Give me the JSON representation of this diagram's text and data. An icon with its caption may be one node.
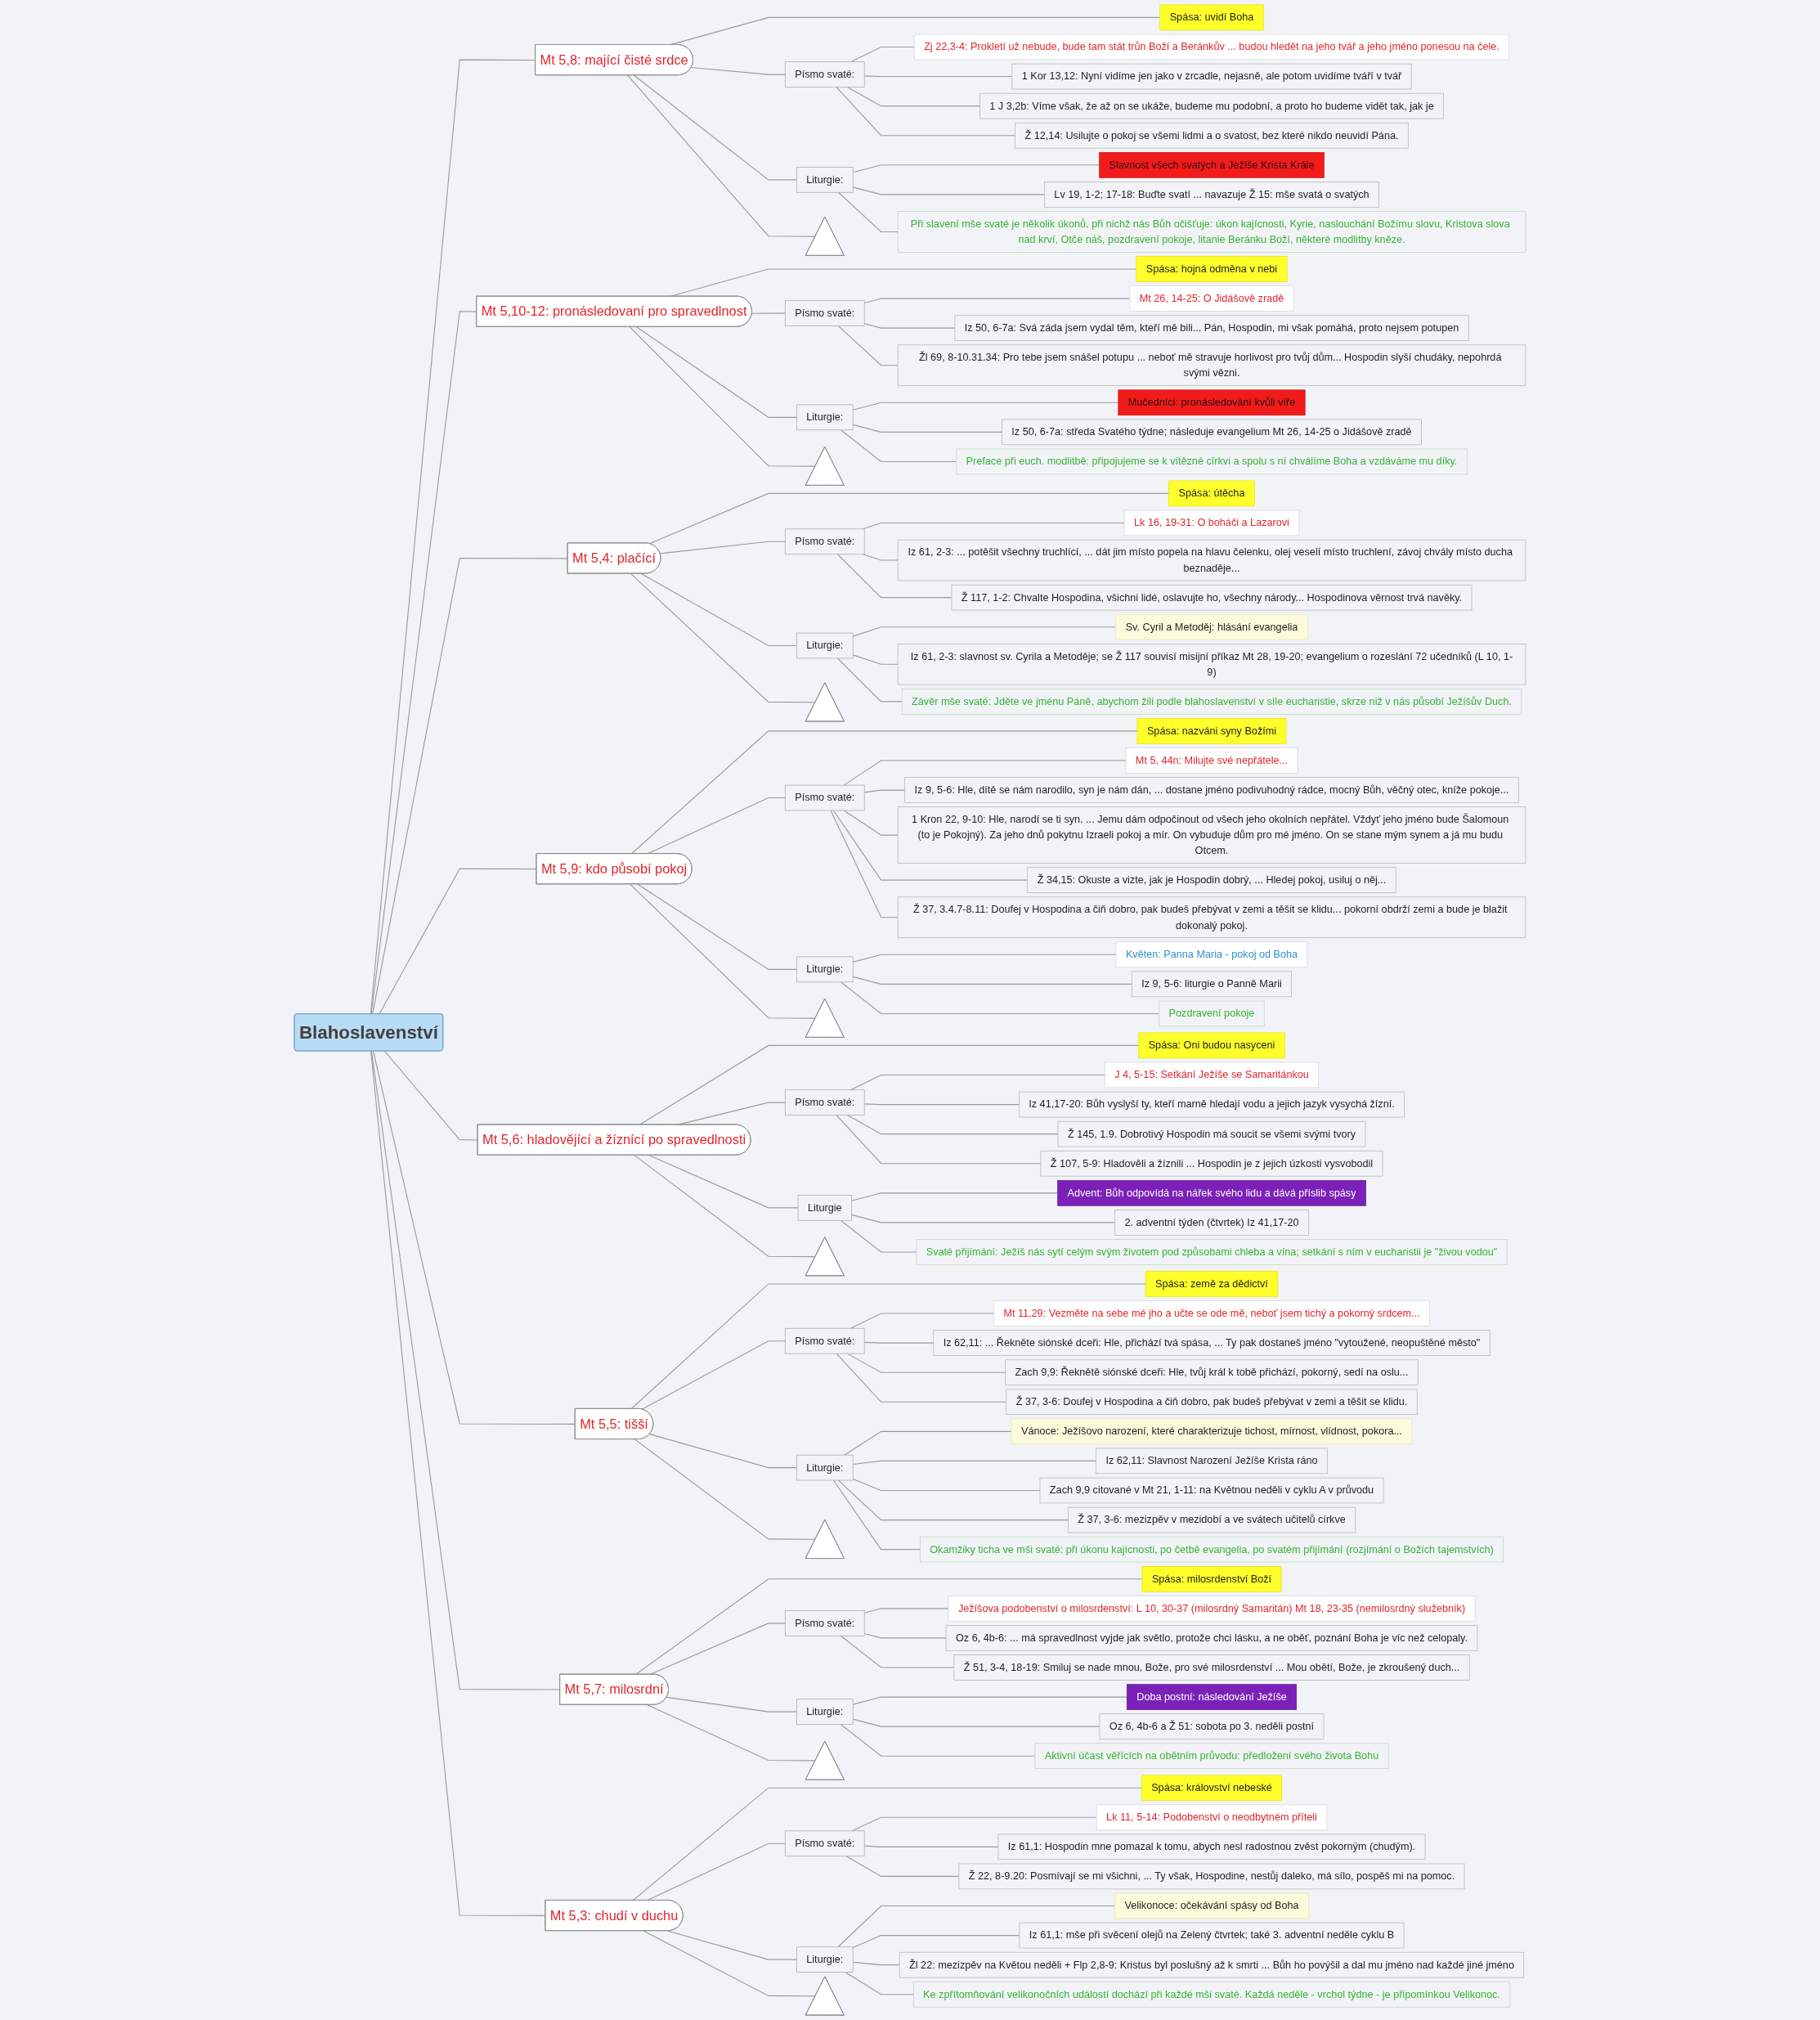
{
  "diagram": {
    "nodes": [
      {
        "text": [
          "Blahoslavenství"
        ]
      },
      {
        "text": [
          "Mt 5,8: mající čisté srdce"
        ]
      },
      {
        "text": [
          "Spása: uvidí Boha"
        ]
      },
      {
        "text": [
          "Písmo svaté:"
        ]
      },
      {
        "text": [
          "Zj 22,3-4: Prokletí už nebude, bude tam stát trůn Boží a Beránkův ... budou hledět na jeho tvář a jeho jméno ponesou na čele."
        ]
      },
      {
        "text": [
          "1 Kor 13,12: Nyní vidíme jen jako v zrcadle, nejasně, ale potom uvidíme tváří v tvář"
        ]
      },
      {
        "text": [
          "1 J 3,2b: Víme však, že až on se ukáže, budeme mu podobní, a proto ho budeme vidět tak, jak je"
        ]
      },
      {
        "text": [
          "Ž 12,14: Usilujte o pokoj se všemi lidmi a o svatost, bez které nikdo neuvidí Pána."
        ]
      },
      {
        "text": [
          "Liturgie:"
        ]
      },
      {
        "text": [
          "Slavnost všech svatých a Ježíše Krista Krále"
        ]
      },
      {
        "text": [
          "Lv 19, 1-2; 17-18: Buďte svatí ... navazuje Ž 15: mše svatá o svatých"
        ]
      },
      {
        "text": [
          "Při slavení mše svaté je několik úkonů, při nichž nás Bůh očišťuje: úkon kajícnosti, Kyrie, naslouchání Božímu slovu, Kristova slova nad krví, Otče náš, pozdravení pokoje, litanie Beránku Boží, některé modlitby kněze."
        ]
      },
      {
        "text": [],
        "shape": "triangle"
      },
      {
        "text": [
          "Mt 5,10-12: pronásledovaní pro spravedlnost"
        ]
      },
      {
        "text": [
          "Spása: hojná odměna v nebi"
        ]
      },
      {
        "text": [
          "Písmo svaté:"
        ]
      },
      {
        "text": [
          "Mt 26, 14-25: O Jidášově zradě"
        ]
      },
      {
        "text": [
          "Iz 50, 6-7a: Svá záda jsem vydal těm, kteří mě bili... Pán, Hospodin, mi však pomáhá, proto nejsem potupen"
        ]
      },
      {
        "text": [
          "Žl 69, 8-10.31.34: Pro tebe jsem snášel potupu ... neboť mě stravuje horlivost pro tvůj dům... Hospodin slyší chudáky, nepohrdá svými vězni."
        ]
      },
      {
        "text": [
          "Liturgie:"
        ]
      },
      {
        "text": [
          "Mučedníci: pronásledování kvůli víře"
        ]
      },
      {
        "text": [
          "Iz 50, 6-7a: středa Svatého týdne; následuje evangelium Mt 26, 14-25 o Jidášově zradě"
        ]
      },
      {
        "text": [
          "Preface při euch. modlitbě: připojujeme se k vítězné církvi a spolu s ní chválíme Boha a vzdáváme mu díky."
        ]
      },
      {
        "text": [],
        "shape": "triangle"
      },
      {
        "text": [
          "Mt 5,4: plačící"
        ]
      },
      {
        "text": [
          "Spása: útěcha"
        ]
      },
      {
        "text": [
          "Písmo svaté:"
        ]
      },
      {
        "text": [
          "Lk 16, 19-31: O boháči a Lazarovi"
        ]
      },
      {
        "text": [
          "Iz 61, 2-3: ... potěšit všechny truchlící, ... dát jim místo popela na hlavu čelenku, olej veselí místo truchlení, závoj chvály místo ducha beznaděje..."
        ]
      },
      {
        "text": [
          "Ž 117, 1-2: Chvalte Hospodina, všichni lidé, oslavujte ho, všechny národy... Hospodinova věrnost trvá navěky."
        ]
      },
      {
        "text": [
          "Liturgie:"
        ]
      },
      {
        "text": [
          "Sv. Cyril a Metoděj: hlásání evangelia"
        ]
      },
      {
        "text": [
          "Iz 61, 2-3: slavnost sv. Cyrila a Metoděje; se Ž 117 souvisí misijní příkaz Mt 28, 19-20; evangelium o rozeslání 72 učedníků (L 10, 1-9)"
        ]
      },
      {
        "text": [
          "Závěr mše svaté: Jděte ve jménu Páně, abychom žili podle blahoslavenství v síle eucharistie, skrze niž v nás působí Ježíšův Duch."
        ]
      },
      {
        "text": [],
        "shape": "triangle"
      },
      {
        "text": [
          "Mt 5,9: kdo působí pokoj"
        ]
      },
      {
        "text": [
          "Spása: nazváni syny Božími"
        ]
      },
      {
        "text": [
          "Písmo svaté:"
        ]
      },
      {
        "text": [
          "Mt 5, 44n: Milujte své nepřátele..."
        ]
      },
      {
        "text": [
          "Iz 9, 5-6: Hle, dítě se nám narodilo, syn je nám dán, ... dostane jméno podivuhodný rádce, mocný Bůh, věčný otec, kníže pokoje..."
        ]
      },
      {
        "text": [
          "1 Kron 22, 9-10: Hle, narodí se ti syn. ... Jemu dám odpočinout od všech jeho okolních nepřátel. Vždyť jeho jméno bude Šalomoun (to je Pokojný). Za jeho dnů pokytnu Izraeli pokoj a mír. On vybuduje dům pro mé jméno. On se stane mým synem a já mu budu Otcem."
        ]
      },
      {
        "text": [
          "Ž 34,15: Okuste a vizte, jak je Hospodin dobrý, ... Hledej pokoj, usiluj o něj..."
        ]
      },
      {
        "text": [
          "Ž 37, 3.4.7-8.11: Doufej v Hospodina a čiň dobro, pak budeš přebývat v zemi a těšit se klidu... pokorní obdrží zemi a bude je blažit dokonalý pokoj."
        ]
      },
      {
        "text": [
          "Liturgie:"
        ]
      },
      {
        "text": [
          "Květen: Panna Maria - pokoj od Boha"
        ]
      },
      {
        "text": [
          "Iz 9, 5-6: liturgie o Panně Marii"
        ]
      },
      {
        "text": [
          "Pozdravení pokoje"
        ]
      },
      {
        "text": [],
        "shape": "triangle"
      },
      {
        "text": [
          "Mt 5,6: hladovějící a žíznící po spravedlnosti"
        ]
      },
      {
        "text": [
          "Spása: Oni budou nasyceni"
        ]
      },
      {
        "text": [
          "Písmo svaté:"
        ]
      },
      {
        "text": [
          "J 4, 5-15: Setkání Ježíše se Samaritánkou"
        ]
      },
      {
        "text": [
          "Iz 41,17-20: Bůh vyslyší ty, kteří marně hledají vodu a jejich jazyk vysychá žízní."
        ]
      },
      {
        "text": [
          "Ž 145, 1.9. Dobrotivý Hospodin má soucit se všemi svými tvory"
        ]
      },
      {
        "text": [
          "Ž 107, 5-9: Hladověli a žíznili ... Hospodin je z jejich úzkosti vysvobodil"
        ]
      },
      {
        "text": [
          "Liturgie"
        ]
      },
      {
        "text": [
          "Advent: Bůh odpovídá na nářek svého lidu a dává příslib spásy"
        ]
      },
      {
        "text": [
          "2. adventní týden (čtvrtek) Iz 41,17-20"
        ]
      },
      {
        "text": [
          "Svaté přijímání: Ježíš nás sytí celým svým životem pod způsobami chleba a vína; setkání s ním v eucharistii je \"živou vodou\""
        ]
      },
      {
        "text": [],
        "shape": "triangle"
      },
      {
        "text": [
          "Mt 5,5: tišší"
        ]
      },
      {
        "text": [
          "Spása: země za dědictví"
        ]
      },
      {
        "text": [
          "Písmo svaté:"
        ]
      },
      {
        "text": [
          "Mt 11,29: Vezměte na sebe mé jho a učte se ode mě, neboť jsem tichý a pokorný srdcem..."
        ]
      },
      {
        "text": [
          "Iz 62,11: ... Řekněte siónské dceři: Hle, přichází tvá spása, ... Ty pak dostaneš jméno \"vytoužené, neopuštěné město\""
        ]
      },
      {
        "text": [
          "Zach 9,9: Řeknětě siónské dceři: Hle, tvůj král k tobě přichází, pokorný, sedí na oslu..."
        ]
      },
      {
        "text": [
          "Ž 37, 3-6: Doufej v Hospodina a čiň dobro, pak budeš přebývat v zemi a těšit se klidu."
        ]
      },
      {
        "text": [
          "Liturgie:"
        ]
      },
      {
        "text": [
          "Vánoce: Ježíšovo narození, které charakterizuje tichost, mírnost, vlídnost, pokora..."
        ]
      },
      {
        "text": [
          "Iz 62,11: Slavnost Narození Ježíše Krista ráno"
        ]
      },
      {
        "text": [
          "Zach 9,9 citované v Mt 21, 1-11: na Květnou neděli v cyklu A v průvodu"
        ]
      },
      {
        "text": [
          "Ž 37, 3-6: mezizpěv v mezidobí a ve svátech učitelů církve"
        ]
      },
      {
        "text": [
          "Okamžiky ticha ve mši svaté: při úkonu kajícnosti, po četbě evangelia, po svatém přijímání (rozjímání o Božích tajemstvích)"
        ]
      },
      {
        "text": [],
        "shape": "triangle"
      },
      {
        "text": [
          "Mt 5,7: milosrdní"
        ]
      },
      {
        "text": [
          "Spása: milosrdenství Boží"
        ]
      },
      {
        "text": [
          "Písmo svaté:"
        ]
      },
      {
        "text": [
          "Ježíšova podobenství o milosrdenství: L 10, 30-37 (milosrdný Samaritán) Mt 18, 23-35 (nemilosrdný služebník)"
        ]
      },
      {
        "text": [
          "Oz 6, 4b-6: ... má spravedlnost vyjde jak světlo, protože chci lásku, a ne oběť, poznání Boha je víc než celopaly."
        ]
      },
      {
        "text": [
          "Ž 51, 3-4, 18-19: Smiluj se nade mnou, Bože, pro své milosrdenství ... Mou obětí, Bože, je zkroušený duch..."
        ]
      },
      {
        "text": [
          "Liturgie:"
        ]
      },
      {
        "text": [
          "Doba postní: následování Ježíše"
        ]
      },
      {
        "text": [
          "Oz 6, 4b-6 a Ž 51: sobota po 3. neděli postní"
        ]
      },
      {
        "text": [
          "Aktivní účast věřících na obětním průvodu: předložení svého života Bohu"
        ]
      },
      {
        "text": [],
        "shape": "triangle"
      },
      {
        "text": [
          "Mt 5,3: chudí v duchu"
        ]
      },
      {
        "text": [
          "Spása: království nebeské"
        ]
      },
      {
        "text": [
          "Písmo svaté:"
        ]
      },
      {
        "text": [
          "Lk 11, 5-14: Podobenství o neodbytném příteli"
        ]
      },
      {
        "text": [
          "Iz 61,1: Hospodin mne pomazal k tomu, abych nesl radostnou zvěst pokorným (chudým)."
        ]
      },
      {
        "text": [
          "Ž 22, 8-9.20: Posmívají se mi všichni, ... Ty však, Hospodine, nestůj daleko, má sílo, pospěš mi na pomoc."
        ]
      },
      {
        "text": [
          "Liturgie:"
        ]
      },
      {
        "text": [
          "Velikonoce: očekávání spásy od Boha"
        ]
      },
      {
        "text": [
          "Iz 61,1: mše při svěcení olejů na Zelený čtvrtek; také 3. adventní neděle cyklu B"
        ]
      },
      {
        "text": [
          "Žl 22: mezizpěv na Květou neděli + Flp 2,8-9: Kristus byl poslušný až k smrti ... Bůh ho povýšil a dal mu jméno nad každé jiné jméno"
        ]
      },
      {
        "text": [
          "Ke zpřítomňování velikonočních událostí dochází při každé mši svaté. Každá neděle - vrchol týdne - je připomínkou Velikonoc."
        ]
      },
      {
        "text": [],
        "shape": "triangle"
      }
    ],
    "edges": [
      {
        "from": 0,
        "to": 1,
        "arrow": "none"
      },
      {
        "from": 1,
        "to": 2,
        "arrow": "none"
      },
      {
        "from": 1,
        "to": 3,
        "arrow": "none"
      },
      {
        "from": 3,
        "to": 4,
        "arrow": "none"
      },
      {
        "from": 3,
        "to": 5,
        "arrow": "none"
      },
      {
        "from": 3,
        "to": 6,
        "arrow": "none"
      },
      {
        "from": 3,
        "to": 7,
        "arrow": "none"
      },
      {
        "from": 1,
        "to": 8,
        "arrow": "none"
      },
      {
        "from": 8,
        "to": 9,
        "arrow": "none"
      },
      {
        "from": 8,
        "to": 10,
        "arrow": "none"
      },
      {
        "from": 8,
        "to": 11,
        "arrow": "none"
      },
      {
        "from": 1,
        "to": 12,
        "arrow": "none"
      },
      {
        "from": 0,
        "to": 13,
        "arrow": "none"
      },
      {
        "from": 13,
        "to": 14,
        "arrow": "none"
      },
      {
        "from": 13,
        "to": 15,
        "arrow": "none"
      },
      {
        "from": 15,
        "to": 16,
        "arrow": "none"
      },
      {
        "from": 15,
        "to": 17,
        "arrow": "none"
      },
      {
        "from": 15,
        "to": 18,
        "arrow": "none"
      },
      {
        "from": 13,
        "to": 19,
        "arrow": "none"
      },
      {
        "from": 19,
        "to": 20,
        "arrow": "none"
      },
      {
        "from": 19,
        "to": 21,
        "arrow": "none"
      },
      {
        "from": 19,
        "to": 22,
        "arrow": "none"
      },
      {
        "from": 13,
        "to": 23,
        "arrow": "none"
      },
      {
        "from": 0,
        "to": 24,
        "arrow": "none"
      },
      {
        "from": 24,
        "to": 25,
        "arrow": "none"
      },
      {
        "from": 24,
        "to": 26,
        "arrow": "none"
      },
      {
        "from": 26,
        "to": 27,
        "arrow": "none"
      },
      {
        "from": 26,
        "to": 28,
        "arrow": "none"
      },
      {
        "from": 26,
        "to": 29,
        "arrow": "none"
      },
      {
        "from": 24,
        "to": 30,
        "arrow": "none"
      },
      {
        "from": 30,
        "to": 31,
        "arrow": "none"
      },
      {
        "from": 30,
        "to": 32,
        "arrow": "none"
      },
      {
        "from": 30,
        "to": 33,
        "arrow": "none"
      },
      {
        "from": 24,
        "to": 34,
        "arrow": "none"
      },
      {
        "from": 0,
        "to": 35,
        "arrow": "none"
      },
      {
        "from": 35,
        "to": 36,
        "arrow": "none"
      },
      {
        "from": 35,
        "to": 37,
        "arrow": "none"
      },
      {
        "from": 37,
        "to": 38,
        "arrow": "none"
      },
      {
        "from": 37,
        "to": 39,
        "arrow": "none"
      },
      {
        "from": 37,
        "to": 40,
        "arrow": "none"
      },
      {
        "from": 37,
        "to": 41,
        "arrow": "none"
      },
      {
        "from": 37,
        "to": 42,
        "arrow": "none"
      },
      {
        "from": 35,
        "to": 43,
        "arrow": "none"
      },
      {
        "from": 43,
        "to": 44,
        "arrow": "none"
      },
      {
        "from": 43,
        "to": 45,
        "arrow": "none"
      },
      {
        "from": 43,
        "to": 46,
        "arrow": "none"
      },
      {
        "from": 35,
        "to": 47,
        "arrow": "none"
      },
      {
        "from": 0,
        "to": 48,
        "arrow": "none"
      },
      {
        "from": 48,
        "to": 49,
        "arrow": "none"
      },
      {
        "from": 48,
        "to": 50,
        "arrow": "none"
      },
      {
        "from": 50,
        "to": 51,
        "arrow": "none"
      },
      {
        "from": 50,
        "to": 52,
        "arrow": "none"
      },
      {
        "from": 50,
        "to": 53,
        "arrow": "none"
      },
      {
        "from": 50,
        "to": 54,
        "arrow": "none"
      },
      {
        "from": 48,
        "to": 55,
        "arrow": "none"
      },
      {
        "from": 55,
        "to": 56,
        "arrow": "none"
      },
      {
        "from": 55,
        "to": 57,
        "arrow": "none"
      },
      {
        "from": 55,
        "to": 58,
        "arrow": "none"
      },
      {
        "from": 48,
        "to": 59,
        "arrow": "none"
      },
      {
        "from": 0,
        "to": 60,
        "arrow": "none"
      },
      {
        "from": 60,
        "to": 61,
        "arrow": "none"
      },
      {
        "from": 60,
        "to": 62,
        "arrow": "none"
      },
      {
        "from": 62,
        "to": 63,
        "arrow": "none"
      },
      {
        "from": 62,
        "to": 64,
        "arrow": "none"
      },
      {
        "from": 62,
        "to": 65,
        "arrow": "none"
      },
      {
        "from": 62,
        "to": 66,
        "arrow": "none"
      },
      {
        "from": 60,
        "to": 67,
        "arrow": "none"
      },
      {
        "from": 67,
        "to": 68,
        "arrow": "none"
      },
      {
        "from": 67,
        "to": 69,
        "arrow": "none"
      },
      {
        "from": 67,
        "to": 70,
        "arrow": "none"
      },
      {
        "from": 67,
        "to": 71,
        "arrow": "none"
      },
      {
        "from": 67,
        "to": 72,
        "arrow": "none"
      },
      {
        "from": 60,
        "to": 73,
        "arrow": "none"
      },
      {
        "from": 0,
        "to": 74,
        "arrow": "none"
      },
      {
        "from": 74,
        "to": 75,
        "arrow": "none"
      },
      {
        "from": 74,
        "to": 76,
        "arrow": "none"
      },
      {
        "from": 76,
        "to": 77,
        "arrow": "none"
      },
      {
        "from": 76,
        "to": 78,
        "arrow": "none"
      },
      {
        "from": 76,
        "to": 79,
        "arrow": "none"
      },
      {
        "from": 74,
        "to": 80,
        "arrow": "none"
      },
      {
        "from": 80,
        "to": 81,
        "arrow": "none"
      },
      {
        "from": 80,
        "to": 82,
        "arrow": "none"
      },
      {
        "from": 80,
        "to": 83,
        "arrow": "none"
      },
      {
        "from": 74,
        "to": 84,
        "arrow": "none"
      },
      {
        "from": 0,
        "to": 85,
        "arrow": "none"
      },
      {
        "from": 85,
        "to": 86,
        "arrow": "none"
      },
      {
        "from": 85,
        "to": 87,
        "arrow": "none"
      },
      {
        "from": 87,
        "to": 88,
        "arrow": "none"
      },
      {
        "from": 87,
        "to": 89,
        "arrow": "none"
      },
      {
        "from": 87,
        "to": 90,
        "arrow": "none"
      },
      {
        "from": 85,
        "to": 91,
        "arrow": "none"
      },
      {
        "from": 91,
        "to": 92,
        "arrow": "none"
      },
      {
        "from": 91,
        "to": 93,
        "arrow": "none"
      },
      {
        "from": 91,
        "to": 94,
        "arrow": "none"
      },
      {
        "from": 91,
        "to": 95,
        "arrow": "none"
      },
      {
        "from": 85,
        "to": 96,
        "arrow": "none"
      }
    ]
  }
}
